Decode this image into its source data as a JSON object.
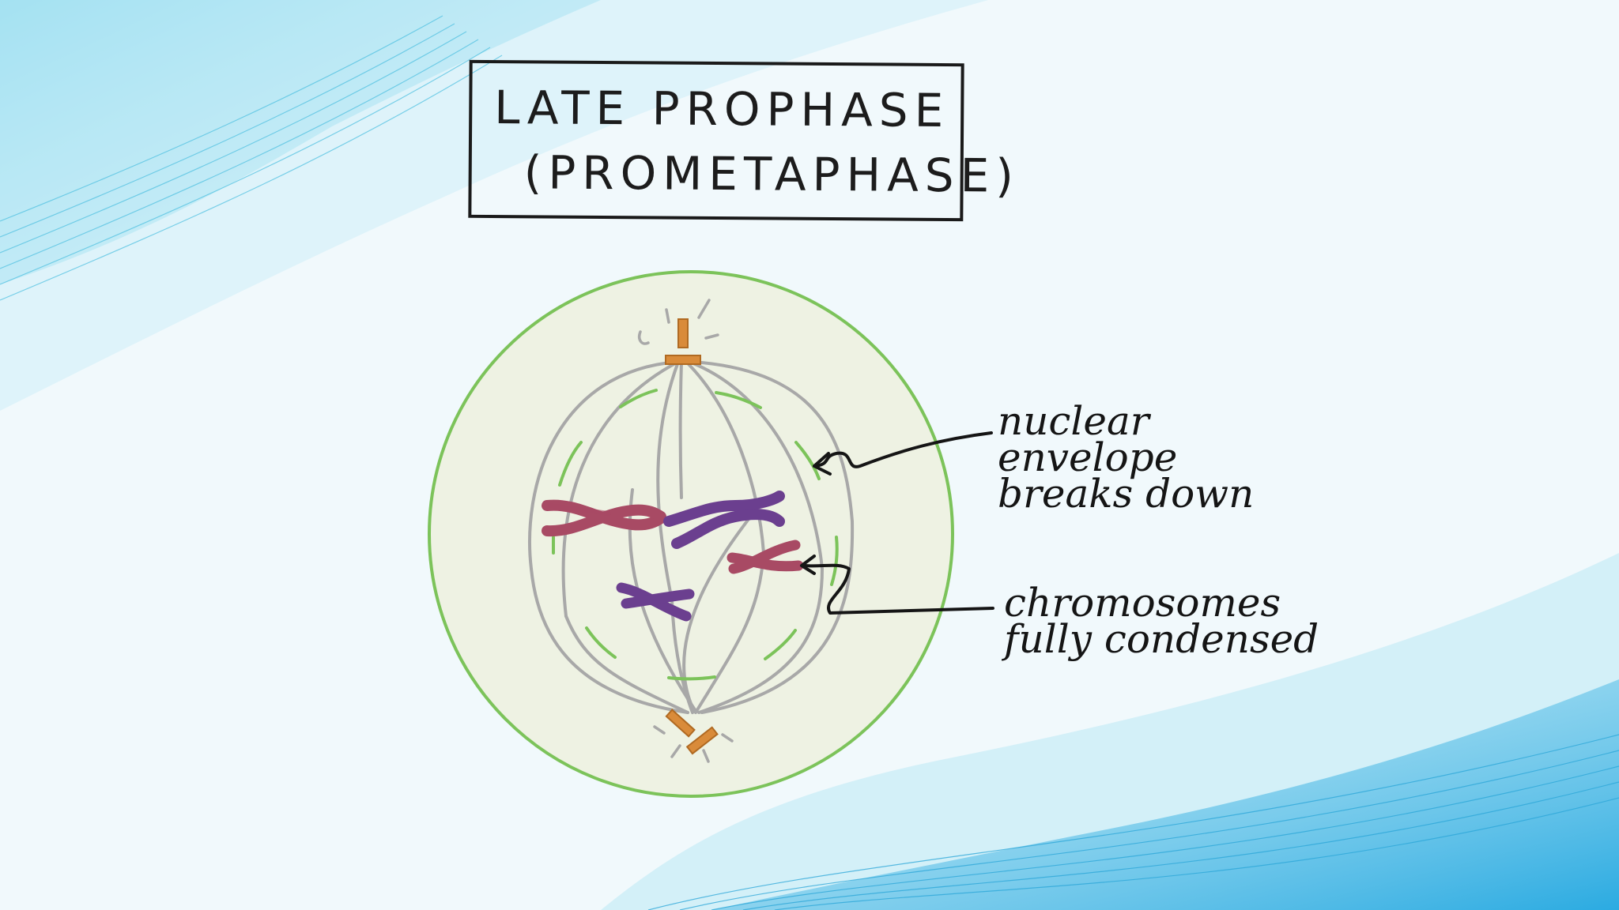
{
  "title": {
    "line1": "LATE PROPHASE",
    "line2": "(PROMETAPHASE)"
  },
  "labels": {
    "nuclear_envelope": [
      "nuclear",
      "envelope",
      "breaks down"
    ],
    "chromosomes": [
      "chromosomes",
      "fully condensed"
    ]
  },
  "colors": {
    "cell_fill": "#eef2e3",
    "cell_outline": "#7cc35a",
    "nuclear_envelope": "#7cc35a",
    "spindle": "#a5a5a5",
    "centrosome": "#d98b3a",
    "chromosome_red": "#a84a64",
    "chromosome_purple": "#6b3f8f",
    "background_wave": "#5ccbe8",
    "ink": "#1a1a1a"
  }
}
